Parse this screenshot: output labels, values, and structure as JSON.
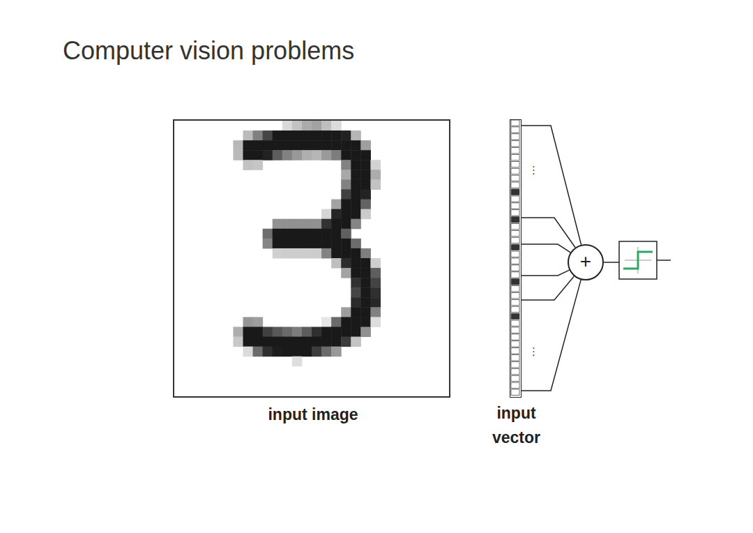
{
  "diagram": {
    "title": "Computer vision problems",
    "nodes": [
      {
        "text": [
          "input image"
        ]
      },
      {
        "text": [
          "input vector"
        ]
      },
      {
        "text": [
          "+"
        ]
      }
    ],
    "edges": [
      {
        "from": 1,
        "to": 2,
        "arrow": "none"
      }
    ],
    "labels": [
      "⋮",
      "⋮"
    ]
  }
}
